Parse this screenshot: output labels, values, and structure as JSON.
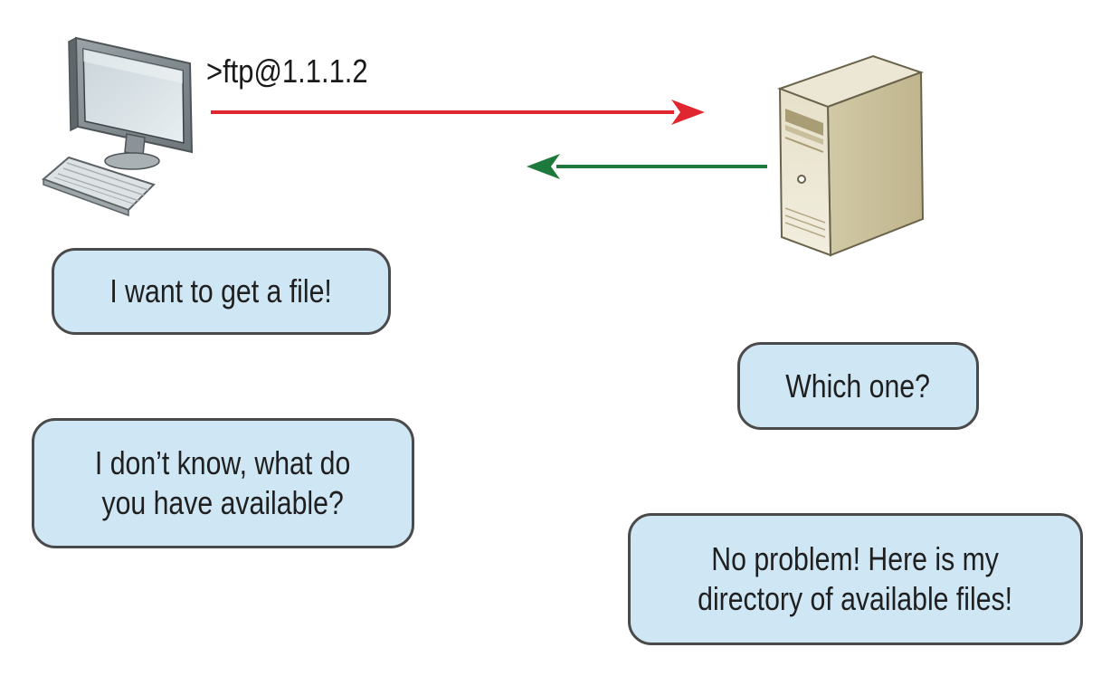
{
  "diagram": {
    "command": ">ftp@1.1.1.2",
    "nodes": {
      "client": {
        "icon": "desktop-computer-icon"
      },
      "server": {
        "icon": "server-tower-icon"
      }
    },
    "arrows": [
      {
        "from": "client",
        "to": "server",
        "color": "#e0262f"
      },
      {
        "from": "server",
        "to": "client",
        "color": "#1e7a3c"
      }
    ],
    "messages": [
      {
        "speaker": "client",
        "text": "I want to get a file!"
      },
      {
        "speaker": "client",
        "text": "I don’t know, what do\nyou have available?"
      },
      {
        "speaker": "server",
        "text": "Which one?"
      },
      {
        "speaker": "server",
        "text": "No problem! Here is my\ndirectory of available files!"
      }
    ],
    "colors": {
      "bubble_fill": "#cfe6f4",
      "bubble_border": "#4a4a4a"
    }
  }
}
